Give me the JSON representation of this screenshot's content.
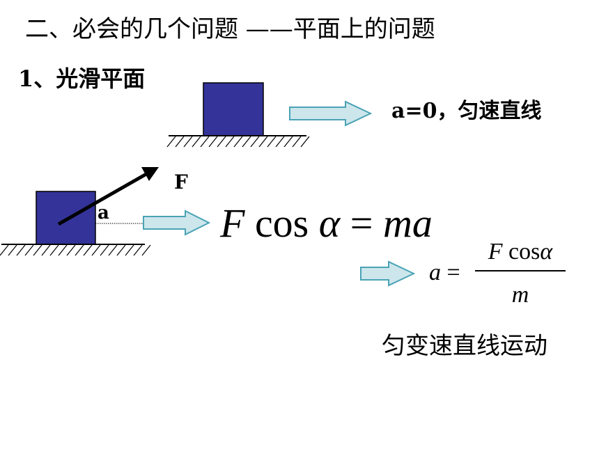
{
  "title": "二、必会的几个问题 ——平面上的问题",
  "section": "1、光滑平面",
  "case1": {
    "result": "a=0，匀速直线"
  },
  "case2": {
    "force_label": "F",
    "angle_label": "a",
    "equation": {
      "F": "F",
      "cos": "cos",
      "alpha": "α",
      "equals": "=",
      "ma": "ma"
    },
    "solved": {
      "a": "a",
      "equals": "=",
      "numerator_F": "F",
      "numerator_cos": "cos",
      "numerator_alpha": "α",
      "denominator": "m"
    },
    "result": "匀变速直线运动"
  },
  "colors": {
    "block": "#333399",
    "arrow_fill": "#cce6ec",
    "arrow_stroke": "#4aa3b5"
  }
}
